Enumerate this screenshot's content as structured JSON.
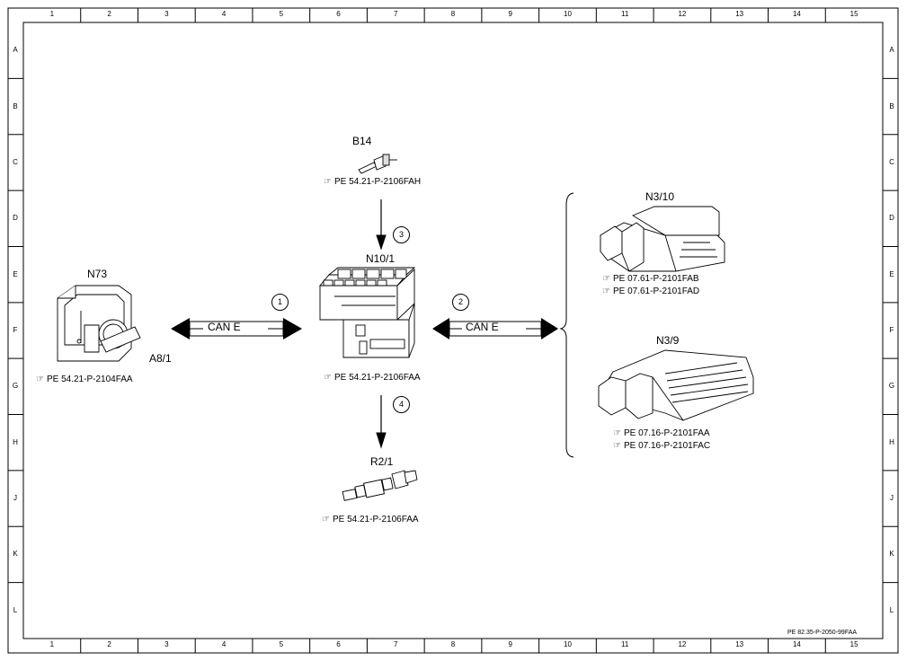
{
  "grid": {
    "columns": [
      "1",
      "2",
      "3",
      "4",
      "5",
      "6",
      "7",
      "8",
      "9",
      "10",
      "11",
      "12",
      "13",
      "14",
      "15"
    ],
    "rows": [
      "A",
      "B",
      "C",
      "D",
      "E",
      "F",
      "G",
      "H",
      "J",
      "K",
      "L"
    ]
  },
  "components": {
    "b14": {
      "label": "B14",
      "ref": "PE 54.21-P-2106FAH"
    },
    "n10_1": {
      "label": "N10/1",
      "ref": "PE 54.21-P-2106FAA"
    },
    "n73": {
      "label": "N73",
      "sublabel": "A8/1",
      "ref": "PE 54.21-P-2104FAA"
    },
    "r2_1": {
      "label": "R2/1",
      "ref": "PE 54.21-P-2106FAA"
    },
    "n3_10": {
      "label": "N3/10",
      "refs": [
        "PE 07.61-P-2101FAB",
        "PE 07.61-P-2101FAD"
      ]
    },
    "n3_9": {
      "label": "N3/9",
      "refs": [
        "PE 07.16-P-2101FAA",
        "PE 07.16-P-2101FAC"
      ]
    }
  },
  "connections": {
    "can_left": {
      "label": "CAN E",
      "number": "1"
    },
    "can_right": {
      "label": "CAN E",
      "number": "2"
    },
    "b14_link": {
      "number": "3"
    },
    "r2_link": {
      "number": "4"
    }
  },
  "document_id": "PE 82.35-P-2050-99FAA"
}
